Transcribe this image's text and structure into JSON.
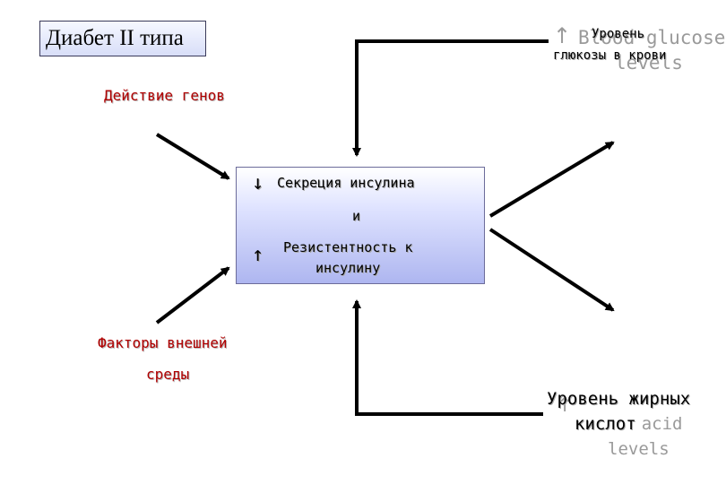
{
  "title": "Диабет II типа",
  "genes_label": "Действие генов",
  "env_label": {
    "line1": "Факторы внешней",
    "line2": "среды"
  },
  "center": {
    "line1": "Секреция инсулина",
    "line2": "и",
    "line3": "Резистентность к",
    "line4": "инсулину",
    "arrow_down": "↓",
    "arrow_up": "↑"
  },
  "glucose": {
    "line1": "Уровень",
    "line2": "глюкозы в крови",
    "ghost1": "Blood glucose",
    "ghost2": "levels",
    "arrow": "↑"
  },
  "fatty": {
    "line1": "Уровень жирных",
    "line2": "кислот",
    "ghost1": "acid",
    "ghost2": "levels",
    "arrow": "↑"
  },
  "colors": {
    "label_red": "#b00000",
    "box_fill": "#aeb6f0",
    "ghost": "#9a9a9a"
  }
}
